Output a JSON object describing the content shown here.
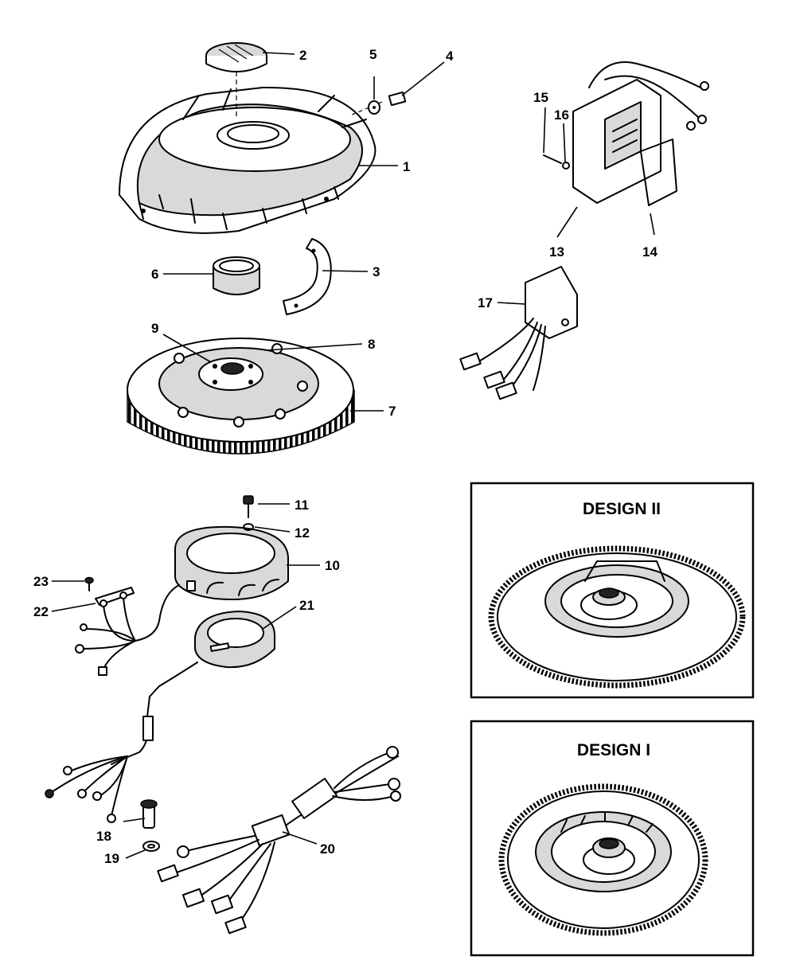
{
  "callouts": [
    "1",
    "2",
    "3",
    "4",
    "5",
    "6",
    "7",
    "8",
    "9",
    "10",
    "11",
    "12",
    "13",
    "14",
    "15",
    "16",
    "17",
    "18",
    "19",
    "20",
    "21",
    "22",
    "23"
  ],
  "insets": {
    "design_ii": {
      "title": "DESIGN II"
    },
    "design_i": {
      "title": "DESIGN I"
    }
  }
}
